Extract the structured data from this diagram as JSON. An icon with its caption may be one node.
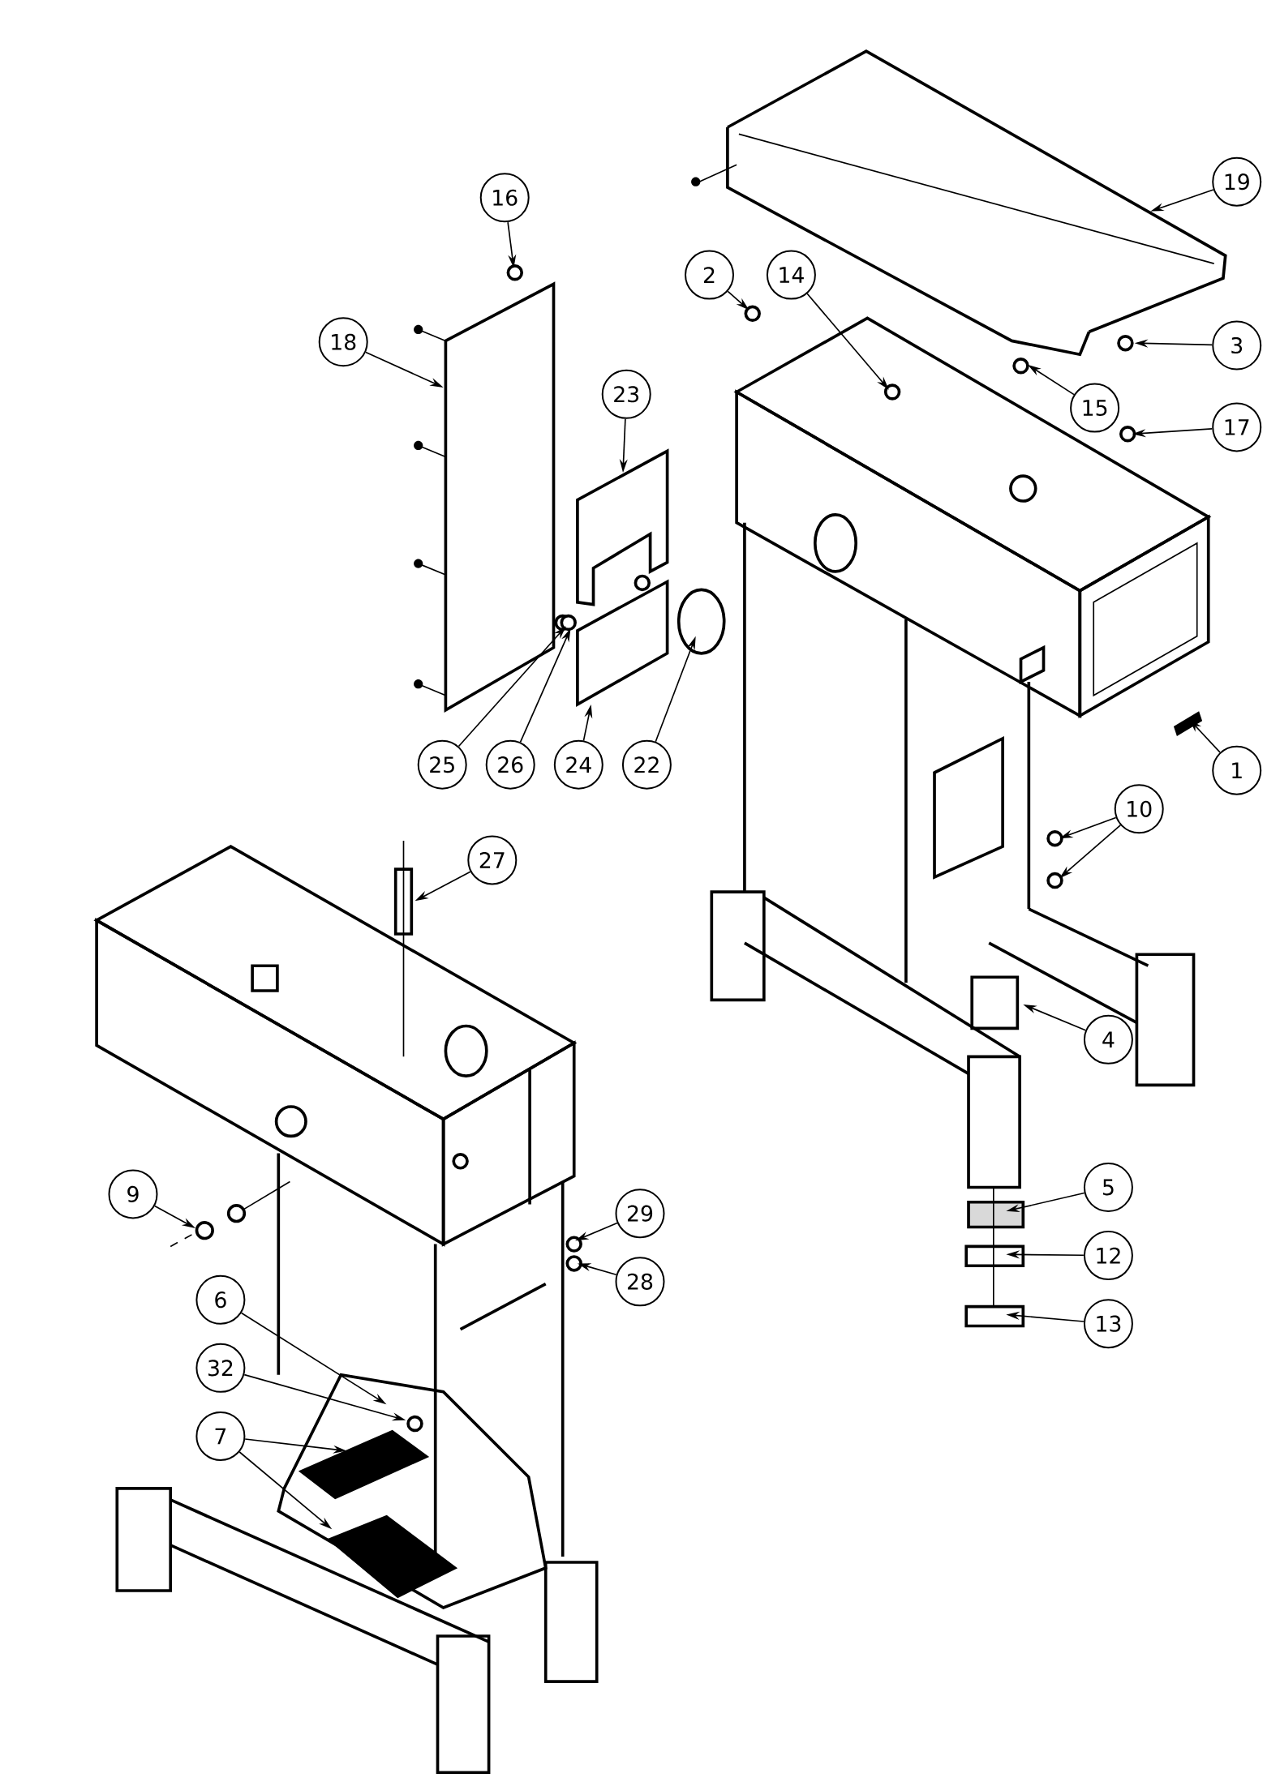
{
  "diagram": {
    "nodes": [
      {
        "text": [
          "16"
        ]
      },
      {
        "text": [
          "18"
        ]
      },
      {
        "text": [
          "23"
        ]
      },
      {
        "text": [
          "25"
        ]
      },
      {
        "text": [
          "26"
        ]
      },
      {
        "text": [
          "24"
        ]
      },
      {
        "text": [
          "22"
        ]
      },
      {
        "text": [
          "2"
        ]
      },
      {
        "text": [
          "14"
        ]
      },
      {
        "text": [
          "19"
        ]
      },
      {
        "text": [
          "3"
        ]
      },
      {
        "text": [
          "15"
        ]
      },
      {
        "text": [
          "17"
        ]
      },
      {
        "text": [
          "1"
        ]
      },
      {
        "text": [
          "10"
        ]
      },
      {
        "text": [
          "27"
        ]
      },
      {
        "text": [
          "4"
        ]
      },
      {
        "text": [
          "5"
        ]
      },
      {
        "text": [
          "12"
        ]
      },
      {
        "text": [
          "13"
        ]
      },
      {
        "text": [
          "9"
        ]
      },
      {
        "text": [
          "29"
        ]
      },
      {
        "text": [
          "28"
        ]
      },
      {
        "text": [
          "6"
        ]
      },
      {
        "text": [
          "32"
        ]
      },
      {
        "text": [
          "7"
        ]
      }
    ],
    "edges": [
      {
        "from": 0,
        "to": null,
        "arrow": "to"
      },
      {
        "from": 1,
        "to": null,
        "arrow": "to"
      },
      {
        "from": 2,
        "to": null,
        "arrow": "to"
      },
      {
        "from": 3,
        "to": null,
        "arrow": "to"
      },
      {
        "from": 4,
        "to": null,
        "arrow": "to"
      },
      {
        "from": 5,
        "to": null,
        "arrow": "to"
      },
      {
        "from": 6,
        "to": null,
        "arrow": "to"
      },
      {
        "from": 7,
        "to": null,
        "arrow": "to"
      },
      {
        "from": 8,
        "to": null,
        "arrow": "to"
      },
      {
        "from": 9,
        "to": null,
        "arrow": "to"
      },
      {
        "from": 10,
        "to": null,
        "arrow": "to"
      },
      {
        "from": 11,
        "to": null,
        "arrow": "to"
      },
      {
        "from": 12,
        "to": null,
        "arrow": "to"
      },
      {
        "from": 13,
        "to": null,
        "arrow": "to"
      },
      {
        "from": 14,
        "to": null,
        "arrow": "to"
      },
      {
        "from": 14,
        "to": null,
        "arrow": "to"
      },
      {
        "from": 15,
        "to": null,
        "arrow": "to"
      },
      {
        "from": 16,
        "to": null,
        "arrow": "to"
      },
      {
        "from": 17,
        "to": null,
        "arrow": "to"
      },
      {
        "from": 18,
        "to": null,
        "arrow": "to"
      },
      {
        "from": 19,
        "to": null,
        "arrow": "to"
      },
      {
        "from": 20,
        "to": null,
        "arrow": "to"
      },
      {
        "from": 21,
        "to": null,
        "arrow": "to"
      },
      {
        "from": 22,
        "to": null,
        "arrow": "to"
      },
      {
        "from": 23,
        "to": null,
        "arrow": "to"
      },
      {
        "from": 24,
        "to": null,
        "arrow": "to"
      },
      {
        "from": 25,
        "to": null,
        "arrow": "to"
      },
      {
        "from": 25,
        "to": null,
        "arrow": "to"
      }
    ]
  }
}
